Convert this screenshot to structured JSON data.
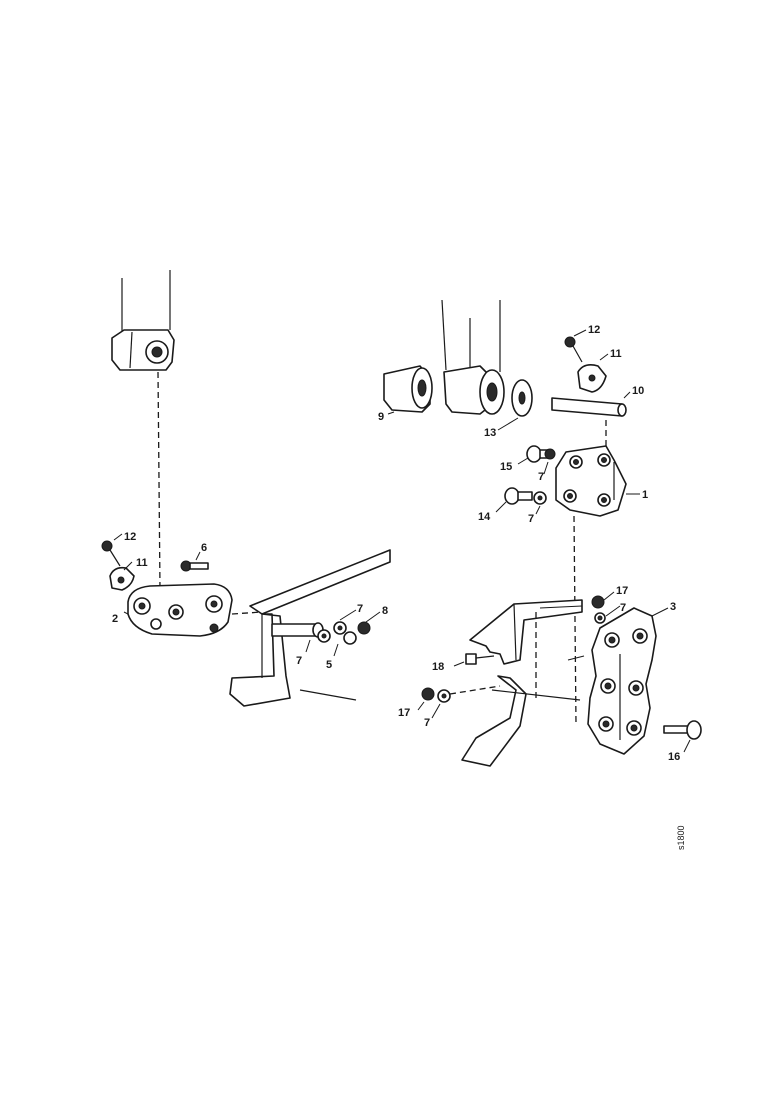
{
  "diagram": {
    "reference_code": "s1800",
    "left_assembly": {
      "callouts": {
        "bolt_12": "12",
        "clamp_11": "11",
        "bolt_6": "6",
        "bracket_2": "2",
        "washer_7a": "7",
        "nut_8": "8",
        "washer_7b": "7",
        "spacer_5": "5"
      }
    },
    "right_assembly": {
      "callouts": {
        "bolt_12": "12",
        "clamp_11": "11",
        "pin_10": "10",
        "bushing_9": "9",
        "washer_13": "13",
        "bolt_15": "15",
        "washer_7a": "7",
        "bracket_1": "1",
        "bolt_14": "14",
        "washer_7b": "7",
        "nut_17a": "17",
        "washer_7c": "7",
        "bracket_3": "3",
        "bolt_18": "18",
        "nut_17b": "17",
        "washer_7d": "7",
        "bolt_16": "16"
      }
    }
  }
}
